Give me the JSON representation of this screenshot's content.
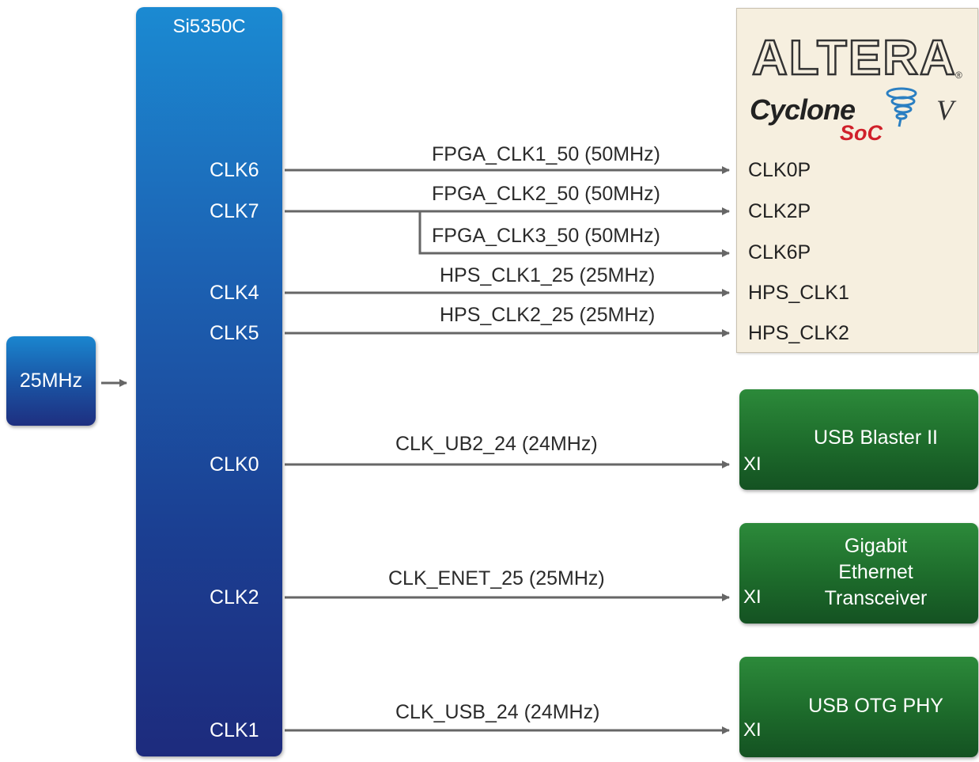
{
  "oscillator": {
    "label": "25MHz"
  },
  "clock_generator": {
    "title": "Si5350C",
    "pins": [
      "CLK6",
      "CLK7",
      "CLK4",
      "CLK5",
      "CLK0",
      "CLK2",
      "CLK1"
    ]
  },
  "signals": [
    "FPGA_CLK1_50 (50MHz)",
    "FPGA_CLK2_50 (50MHz)",
    "FPGA_CLK3_50 (50MHz)",
    "HPS_CLK1_25 (25MHz)",
    "HPS_CLK2_25 (25MHz)",
    "CLK_UB2_24 (24MHz)",
    "CLK_ENET_25 (25MHz)",
    "CLK_USB_24 (24MHz)"
  ],
  "fpga": {
    "logo_brand": "ALTERA",
    "logo_family": "Cyclone",
    "logo_version": "V",
    "logo_sub": "SoC",
    "pins": [
      "CLK0P",
      "CLK2P",
      "CLK6P",
      "HPS_CLK1",
      "HPS_CLK2"
    ]
  },
  "devices": [
    {
      "name": "USB Blaster II",
      "pin": "XI"
    },
    {
      "name_lines": [
        "Gigabit",
        "Ethernet",
        "Transceiver"
      ],
      "pin": "XI"
    },
    {
      "name": "USB OTG PHY",
      "pin": "XI"
    }
  ],
  "colors": {
    "chip_blue": "#1b62b3",
    "device_green": "#1d6b2b",
    "fpga_panel": "#f6efdf",
    "wire_gray": "#666666",
    "soc_red": "#d0202a"
  },
  "icons": [
    "arrow-right-icon",
    "altera-logo",
    "cyclone-v-soc-logo"
  ]
}
